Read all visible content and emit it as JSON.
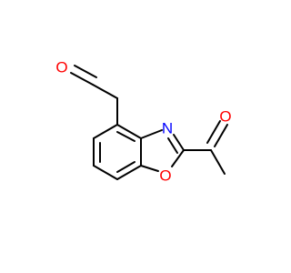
{
  "atoms": {
    "O_aldehyde": {
      "symbol": "O",
      "color": "#ff0000"
    },
    "N_ring": {
      "symbol": "N",
      "color": "#0000ff"
    },
    "O_ring": {
      "symbol": "O",
      "color": "#ff0000"
    },
    "O_ketone": {
      "symbol": "O",
      "color": "#ff0000"
    }
  }
}
